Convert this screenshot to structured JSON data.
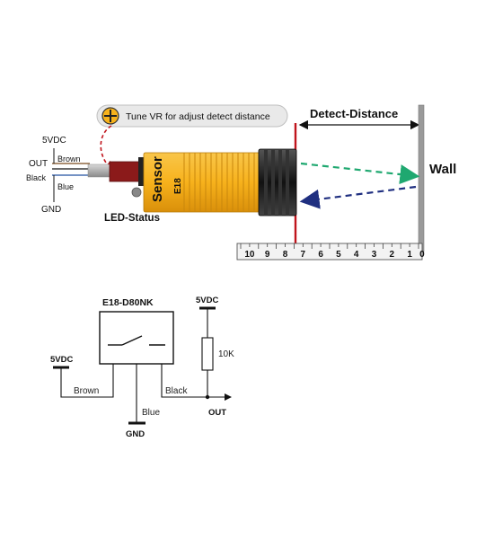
{
  "sensor_diagram": {
    "tune_note": "Tune VR for adjust detect distance",
    "detect_distance_label": "Detect-Distance",
    "wall_label": "Wall",
    "led_status_label": "LED-Status",
    "sensor_body_label": "Sensor",
    "sensor_model_label": "E18",
    "wiring": {
      "power_label": "5VDC",
      "out_label": "OUT",
      "ground_label": "GND",
      "wire_brown": "Brown",
      "wire_black": "Black",
      "wire_blue": "Blue"
    },
    "ruler_ticks": [
      "10",
      "9",
      "8",
      "7",
      "6",
      "5",
      "4",
      "3",
      "2",
      "1",
      "0"
    ],
    "colors": {
      "sensor_body": "#f7b21c",
      "marker_line": "#c0141c",
      "emit_beam": "#1fa870",
      "return_beam": "#1f2f80",
      "cable": "#a8a8a8",
      "wall": "#999999"
    }
  },
  "schematic": {
    "model_label": "E18-D80NK",
    "left_supply_label": "5VDC",
    "pullup_supply_label": "5VDC",
    "resistor_label": "10K",
    "wire_brown": "Brown",
    "wire_black": "Black",
    "wire_blue": "Blue",
    "ground_label": "GND",
    "output_label": "OUT"
  }
}
